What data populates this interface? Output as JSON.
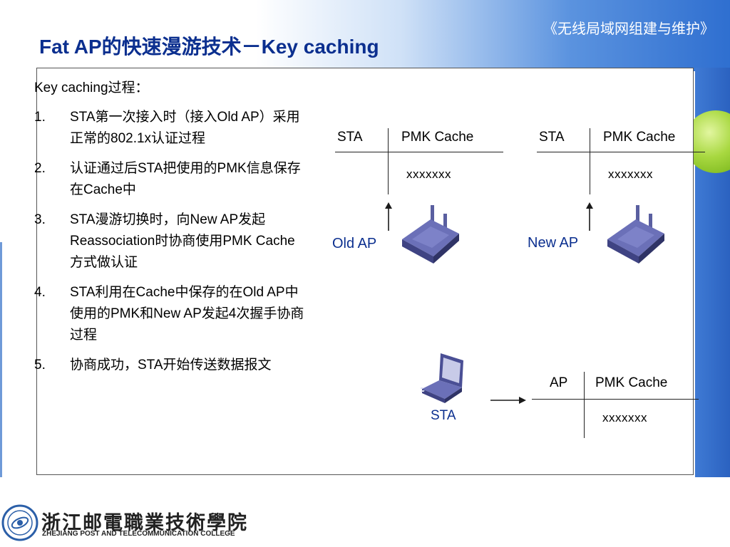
{
  "header": {
    "book_title": "《无线局域网组建与维护》",
    "slide_title": "Fat AP的快速漫游技术－Key caching"
  },
  "content": {
    "steps_heading": "Key caching过程：",
    "steps": [
      {
        "num": "1.",
        "text": "STA第一次接入时（接入Old AP）采用正常的802.1x认证过程"
      },
      {
        "num": "2.",
        "text": "认证通过后STA把使用的PMK信息保存在Cache中"
      },
      {
        "num": "3.",
        "text": "STA漫游切换时，向New AP发起Reassociation时协商使用PMK Cache方式做认证"
      },
      {
        "num": "4.",
        "text": "STA利用在Cache中保存的在Old AP中使用的PMK和New AP发起4次握手协商过程"
      },
      {
        "num": "5.",
        "text": "协商成功，STA开始传送数据报文"
      }
    ]
  },
  "diagram": {
    "old_table": {
      "col1": "STA",
      "col2": "PMK Cache",
      "value": "xxxxxxx"
    },
    "new_table": {
      "col1": "STA",
      "col2": "PMK Cache",
      "value": "xxxxxxx"
    },
    "sta_table": {
      "col1": "AP",
      "col2": "PMK Cache",
      "value": "xxxxxxx"
    },
    "old_ap_label": "Old AP",
    "new_ap_label": "New AP",
    "sta_label": "STA"
  },
  "footer": {
    "college_cn": "浙江邮電職業技術學院",
    "college_en": "ZHEJIANG POST AND TELECOMMUNICATION COLLEGE"
  },
  "colors": {
    "title_blue": "#0b2f8f",
    "band_blue": "#2f6fd0",
    "accent_green": "#8cc63f"
  }
}
